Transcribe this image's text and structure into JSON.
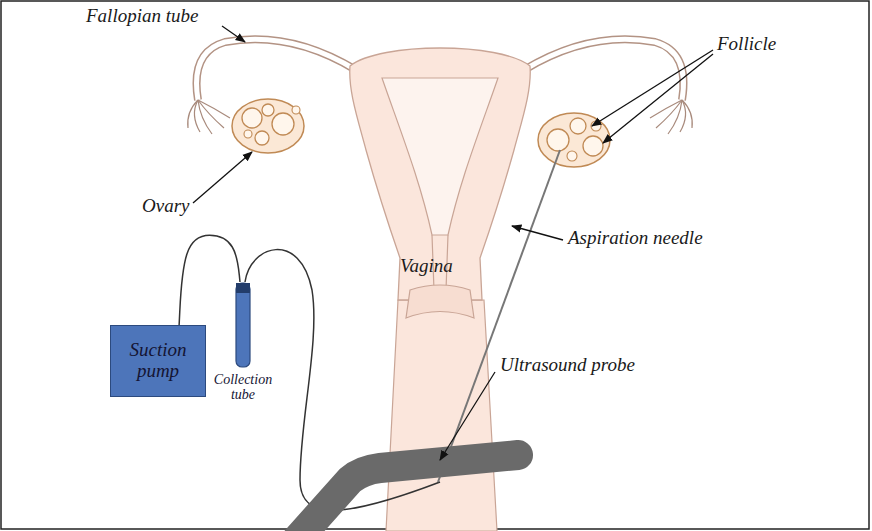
{
  "diagram": {
    "nodes": [
      {
        "text": [
          "Suction pump"
        ]
      },
      {
        "text": [
          "Collection tube"
        ]
      }
    ],
    "edges": [
      {
        "from": 0,
        "to": 1,
        "arrow": "none"
      }
    ],
    "labels": [
      "Fallopian tube",
      "Follicle",
      "Ovary",
      "Aspiration needle",
      "Vagina",
      "Ultrasound probe"
    ]
  }
}
